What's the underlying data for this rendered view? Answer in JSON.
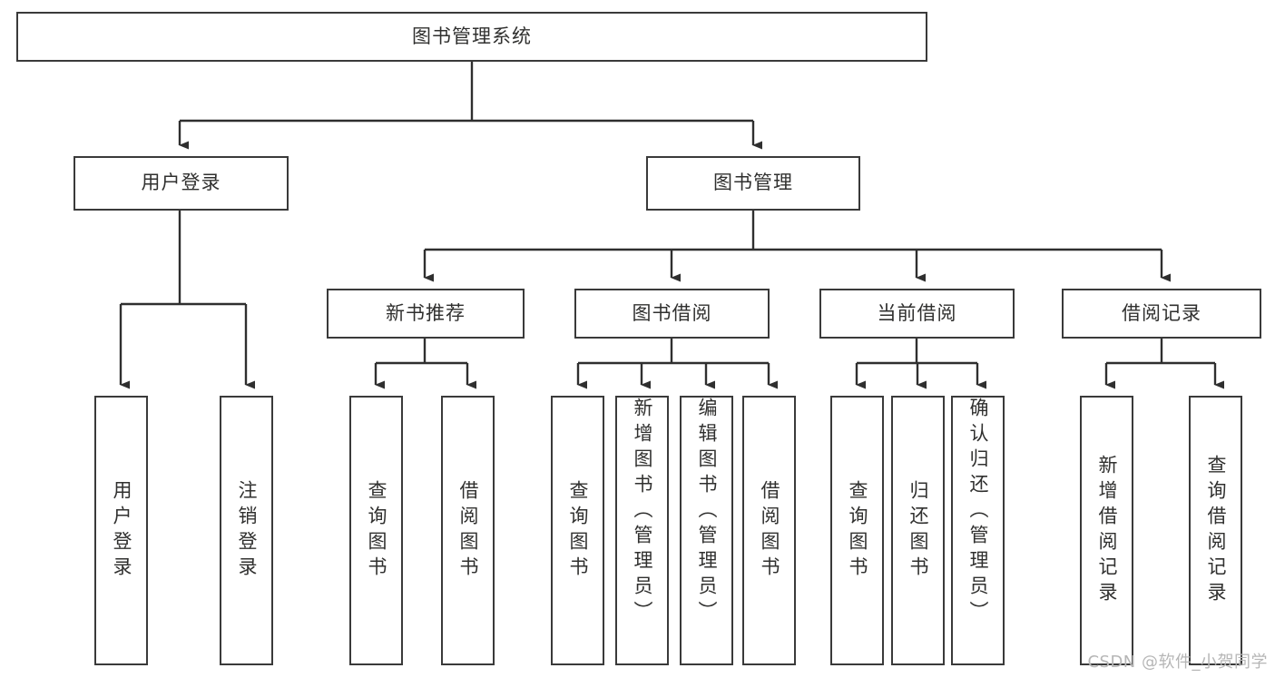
{
  "diagram": {
    "title": "图书管理系统",
    "type": "tree-hierarchy",
    "root": {
      "label": "图书管理系统"
    },
    "level2": [
      {
        "label": "用户登录"
      },
      {
        "label": "图书管理"
      }
    ],
    "level3": [
      {
        "label": "新书推荐"
      },
      {
        "label": "图书借阅"
      },
      {
        "label": "当前借阅"
      },
      {
        "label": "借阅记录"
      }
    ],
    "leaves": {
      "user_login": [
        {
          "label": "用户登录"
        },
        {
          "label": "注销登录"
        }
      ],
      "new_book_recommend": [
        {
          "label": "查询图书"
        },
        {
          "label": "借阅图书"
        }
      ],
      "book_borrow": [
        {
          "label": "查询图书"
        },
        {
          "label": "新增图书（管理员）"
        },
        {
          "label": "编辑图书（管理员）"
        },
        {
          "label": "借阅图书"
        }
      ],
      "current_borrow": [
        {
          "label": "查询图书"
        },
        {
          "label": "归还图书"
        },
        {
          "label": "确认归还（管理员）"
        }
      ],
      "borrow_record": [
        {
          "label": "新增借阅记录"
        },
        {
          "label": "查询借阅记录"
        }
      ]
    }
  },
  "watermark": {
    "text": "CSDN @软件_小贺同学"
  },
  "colors": {
    "box_border": "#3a3a3a",
    "connector": "#2f2f2f",
    "text": "#30302f",
    "background": "#ffffff",
    "watermark": "#b6b6b6"
  }
}
